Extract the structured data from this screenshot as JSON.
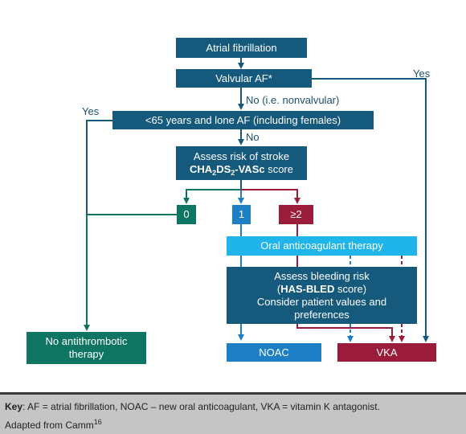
{
  "nodes": {
    "atrial_fibrillation": "Atrial fibrillation",
    "valvular_af": "Valvular AF*",
    "lone_af": "<65 years and lone AF (including females)",
    "assess_stroke_line1": "Assess risk of stroke",
    "score_cha": "CHA",
    "score_sub1": "2",
    "score_ds": "DS",
    "score_sub2": "2",
    "score_vasc": "-VASc",
    "score_suffix": " score",
    "score_0": "0",
    "score_1": "1",
    "score_2plus": "≥2",
    "oral_anticoag": "Oral anticoagulant therapy",
    "bleed_line1": "Assess bleeding risk",
    "bleed_paren_open": "(",
    "bleed_hasbled": "HAS-BLED",
    "bleed_score": " score)",
    "bleed_line3": "Consider patient values and",
    "bleed_line4": "preferences",
    "no_antithrombotic_1": "No antithrombotic",
    "no_antithrombotic_2": "therapy",
    "noac": "NOAC",
    "vka": "VKA"
  },
  "edge_labels": {
    "yes_valvular": "Yes",
    "no_nonvalvular": "No (i.e. nonvalvular)",
    "yes_lone": "Yes",
    "no_lone": "No"
  },
  "key": {
    "key_label": "Key",
    "key_text": ": AF = atrial fibrillation, NOAC – new oral anticoagulant, VKA = vitamin K antagonist.",
    "adapted": "Adapted from Camm",
    "ref": "16"
  },
  "colors": {
    "navy": "#15597c",
    "teal": "#0f7563",
    "blue": "#1e7ec6",
    "crimson": "#9b1c3a",
    "cyan": "#1fb4ea"
  }
}
